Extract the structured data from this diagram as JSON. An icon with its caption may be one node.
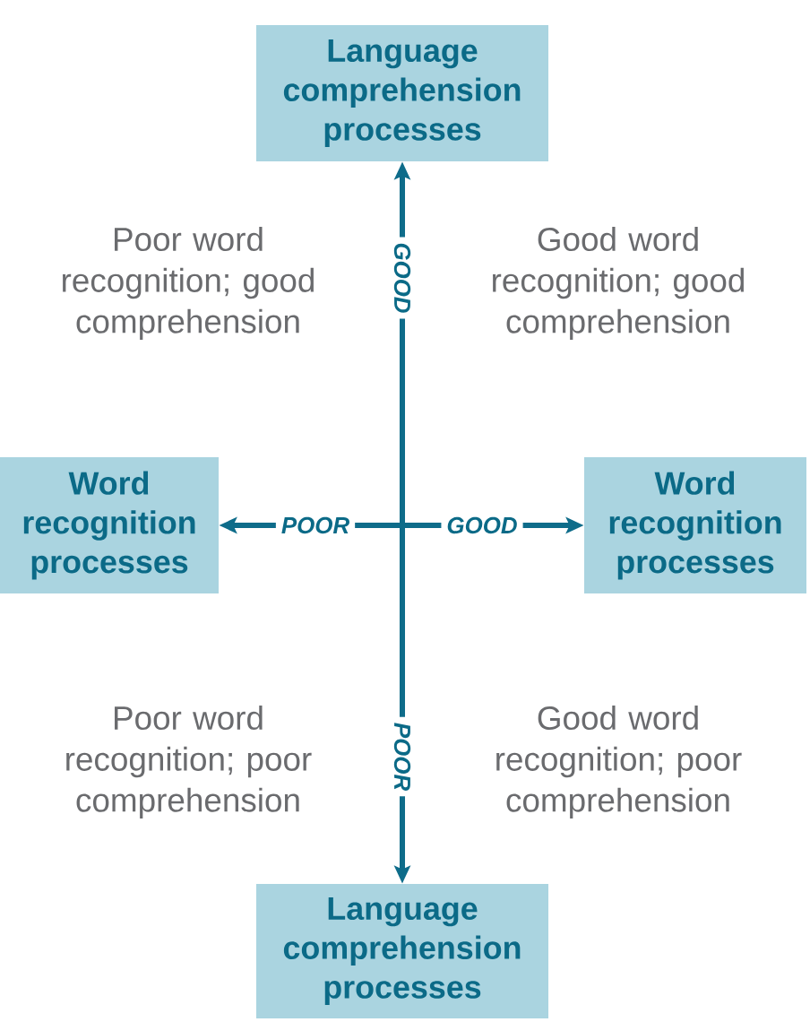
{
  "diagram": {
    "nodes": [
      {
        "text": [
          "Language comprehension processes"
        ]
      },
      {
        "text": [
          "Word recognition processes"
        ]
      },
      {
        "text": [
          "Word recognition processes"
        ]
      },
      {
        "text": [
          "Language comprehension processes"
        ]
      }
    ],
    "edges": [
      {
        "from": null,
        "to": 0,
        "arrow": "to",
        "label": "GOOD"
      },
      {
        "from": null,
        "to": 1,
        "arrow": "to",
        "label": "POOR"
      },
      {
        "from": null,
        "to": 2,
        "arrow": "to",
        "label": "GOOD"
      },
      {
        "from": null,
        "to": 3,
        "arrow": "to",
        "label": "POOR"
      }
    ],
    "labels": [
      "Poor word recognition; good comprehension",
      "Good word recognition; good comprehension",
      "Poor word recognition; poor comprehension",
      "Good word recognition; poor comprehension"
    ]
  }
}
